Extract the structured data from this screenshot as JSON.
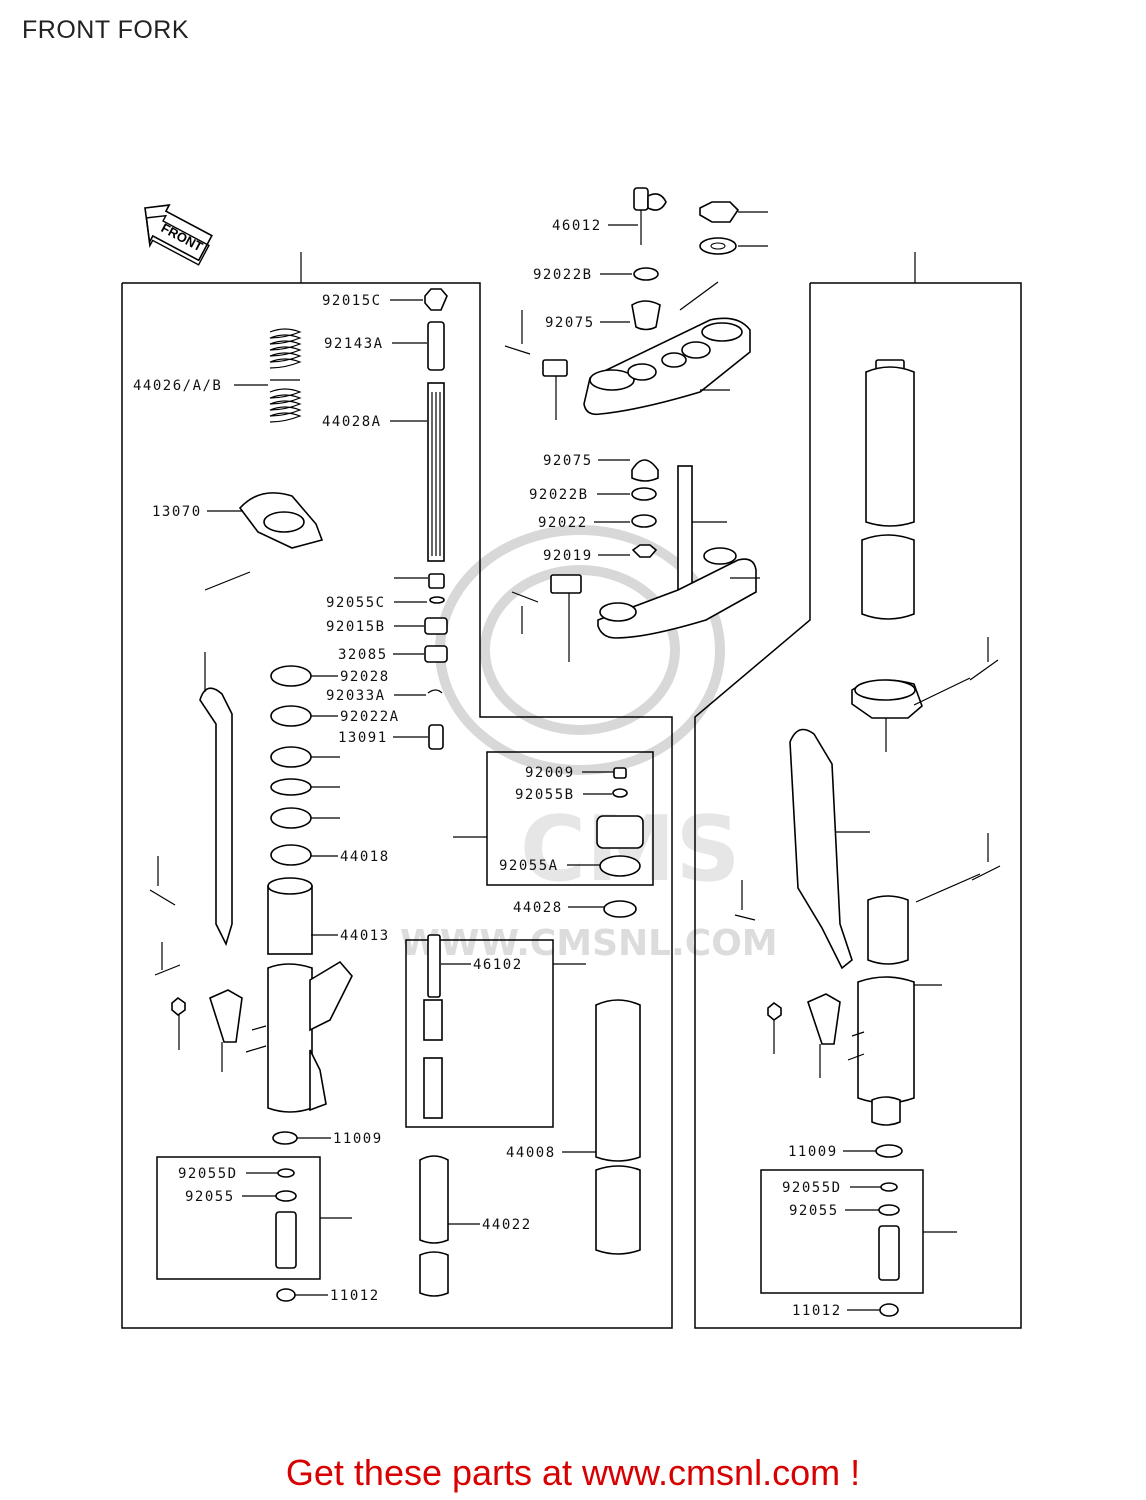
{
  "title": "FRONT FORK",
  "front_arrow": "FRONT",
  "watermark": "WWW.CMSNL.COM",
  "footer": "Get these parts at www.cmsnl.com !",
  "parts": [
    {
      "id": "p0",
      "text": "46012"
    },
    {
      "id": "p1",
      "text": "92022B"
    },
    {
      "id": "p2",
      "text": "92075"
    },
    {
      "id": "p3",
      "text": "92015C"
    },
    {
      "id": "p4",
      "text": "92143A"
    },
    {
      "id": "p5",
      "text": "44026/A/B"
    },
    {
      "id": "p6",
      "text": "44028A"
    },
    {
      "id": "p7",
      "text": "13070"
    },
    {
      "id": "p8",
      "text": "92075"
    },
    {
      "id": "p9",
      "text": "92022B"
    },
    {
      "id": "p10",
      "text": "92022"
    },
    {
      "id": "p11",
      "text": "92019"
    },
    {
      "id": "p12",
      "text": "92055C"
    },
    {
      "id": "p13",
      "text": "92015B"
    },
    {
      "id": "p14",
      "text": "32085"
    },
    {
      "id": "p15",
      "text": "92028"
    },
    {
      "id": "p16",
      "text": "92033A"
    },
    {
      "id": "p17",
      "text": "92022A"
    },
    {
      "id": "p18",
      "text": "13091"
    },
    {
      "id": "p19",
      "text": "92009"
    },
    {
      "id": "p20",
      "text": "92055B"
    },
    {
      "id": "p21",
      "text": "44018"
    },
    {
      "id": "p22",
      "text": "92055A"
    },
    {
      "id": "p23",
      "text": "44028"
    },
    {
      "id": "p24",
      "text": "44013"
    },
    {
      "id": "p25",
      "text": "46102"
    },
    {
      "id": "p26",
      "text": "11009"
    },
    {
      "id": "p27",
      "text": "44008"
    },
    {
      "id": "p28",
      "text": "92055D"
    },
    {
      "id": "p29",
      "text": "92055"
    },
    {
      "id": "p30",
      "text": "44022"
    },
    {
      "id": "p31",
      "text": "11012"
    },
    {
      "id": "p32",
      "text": "11009"
    },
    {
      "id": "p33",
      "text": "92055D"
    },
    {
      "id": "p34",
      "text": "92055"
    },
    {
      "id": "p35",
      "text": "11012"
    }
  ]
}
